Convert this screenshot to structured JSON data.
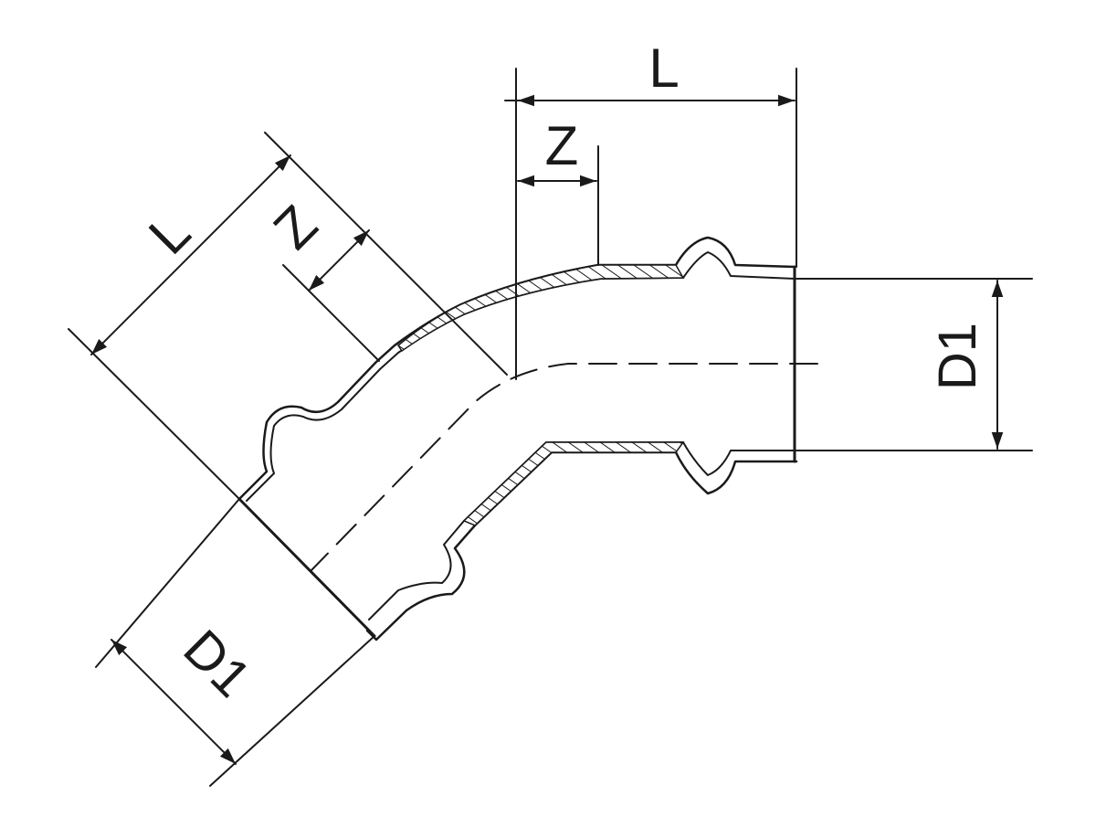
{
  "diagram": {
    "kind": "press-fitting elbow section drawing",
    "angle_deg": 45,
    "colors": {
      "ink": "#1a1a1a",
      "paper": "#ffffff"
    },
    "dimensions": {
      "horizontal_length": "L",
      "horizontal_z": "Z",
      "horizontal_diameter": "D1",
      "angled_length": "L",
      "angled_z": "Z",
      "angled_diameter": "D1"
    }
  }
}
